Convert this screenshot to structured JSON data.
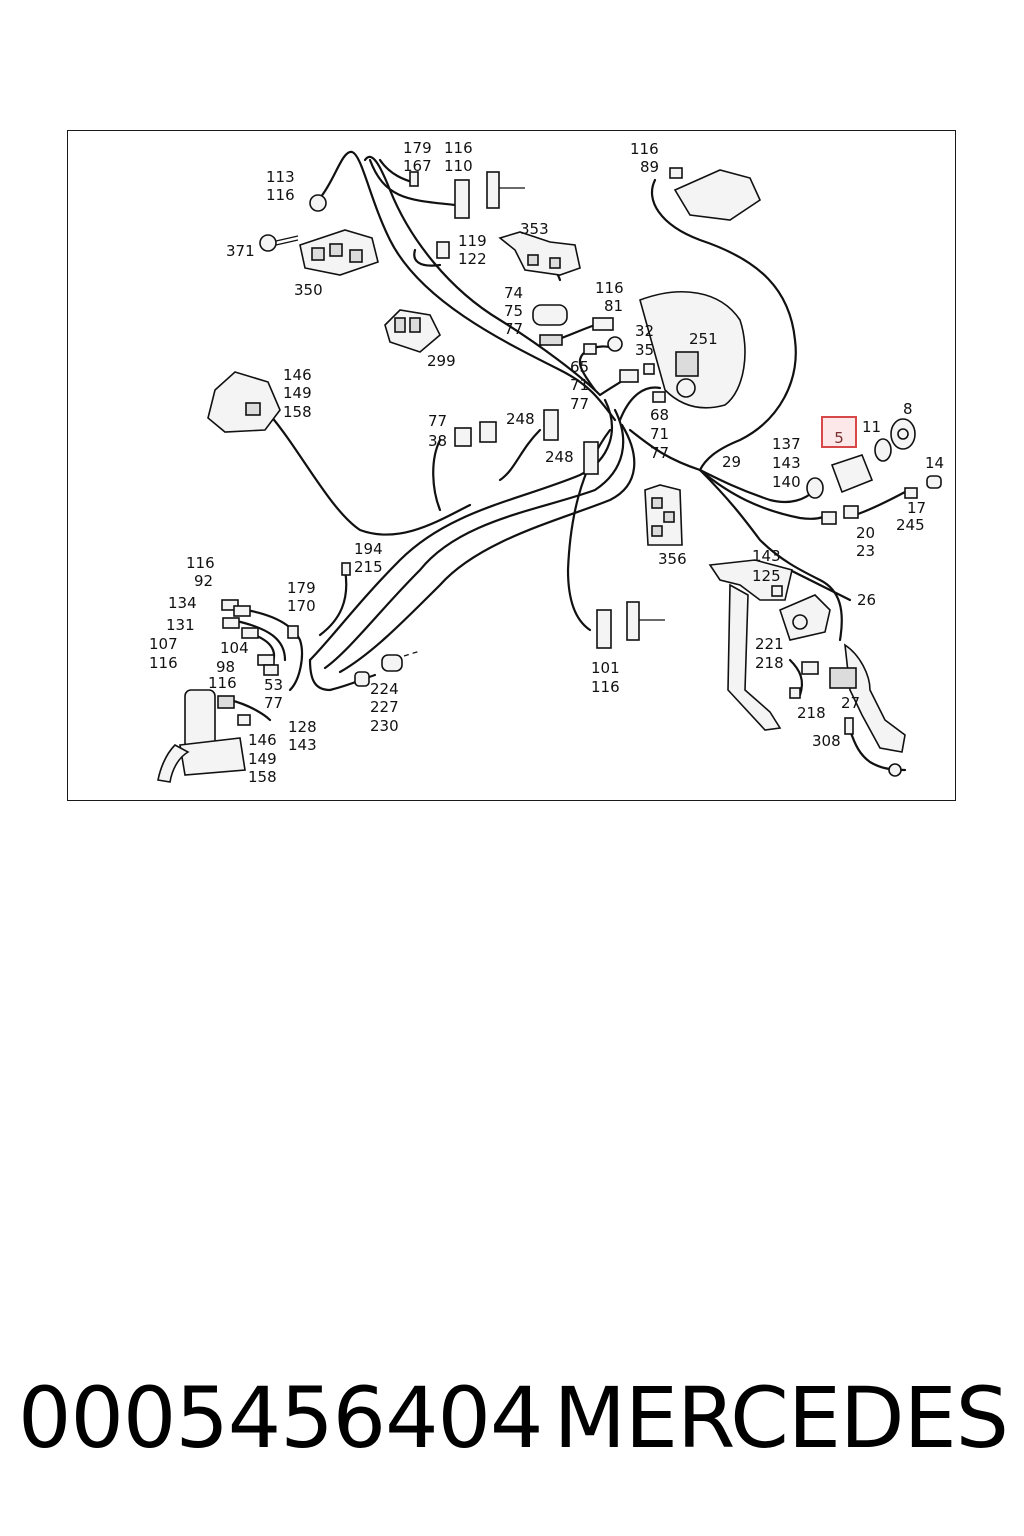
{
  "diagram": {
    "highlight_label": "5",
    "highlight_color": "#e05a5a",
    "labels": [
      "179",
      "167",
      "116",
      "110",
      "113",
      "116",
      "116",
      "89",
      "371",
      "350",
      "119",
      "122",
      "353",
      "299",
      "74",
      "75",
      "77",
      "116",
      "81",
      "32",
      "35",
      "251",
      "65",
      "71",
      "77",
      "146",
      "149",
      "158",
      "77",
      "38",
      "248",
      "248",
      "68",
      "71",
      "77",
      "29",
      "11",
      "8",
      "137",
      "143",
      "140",
      "14",
      "17",
      "245",
      "20",
      "23",
      "356",
      "194",
      "215",
      "116",
      "92",
      "134",
      "131",
      "107",
      "116",
      "104",
      "98",
      "116",
      "53",
      "77",
      "179",
      "170",
      "128",
      "143",
      "146",
      "149",
      "158",
      "224",
      "227",
      "230",
      "101",
      "116",
      "143",
      "125",
      "26",
      "221",
      "218",
      "218",
      "27",
      "308"
    ]
  },
  "footer": {
    "part_number": "0005456404",
    "brand": "MERCEDES"
  }
}
